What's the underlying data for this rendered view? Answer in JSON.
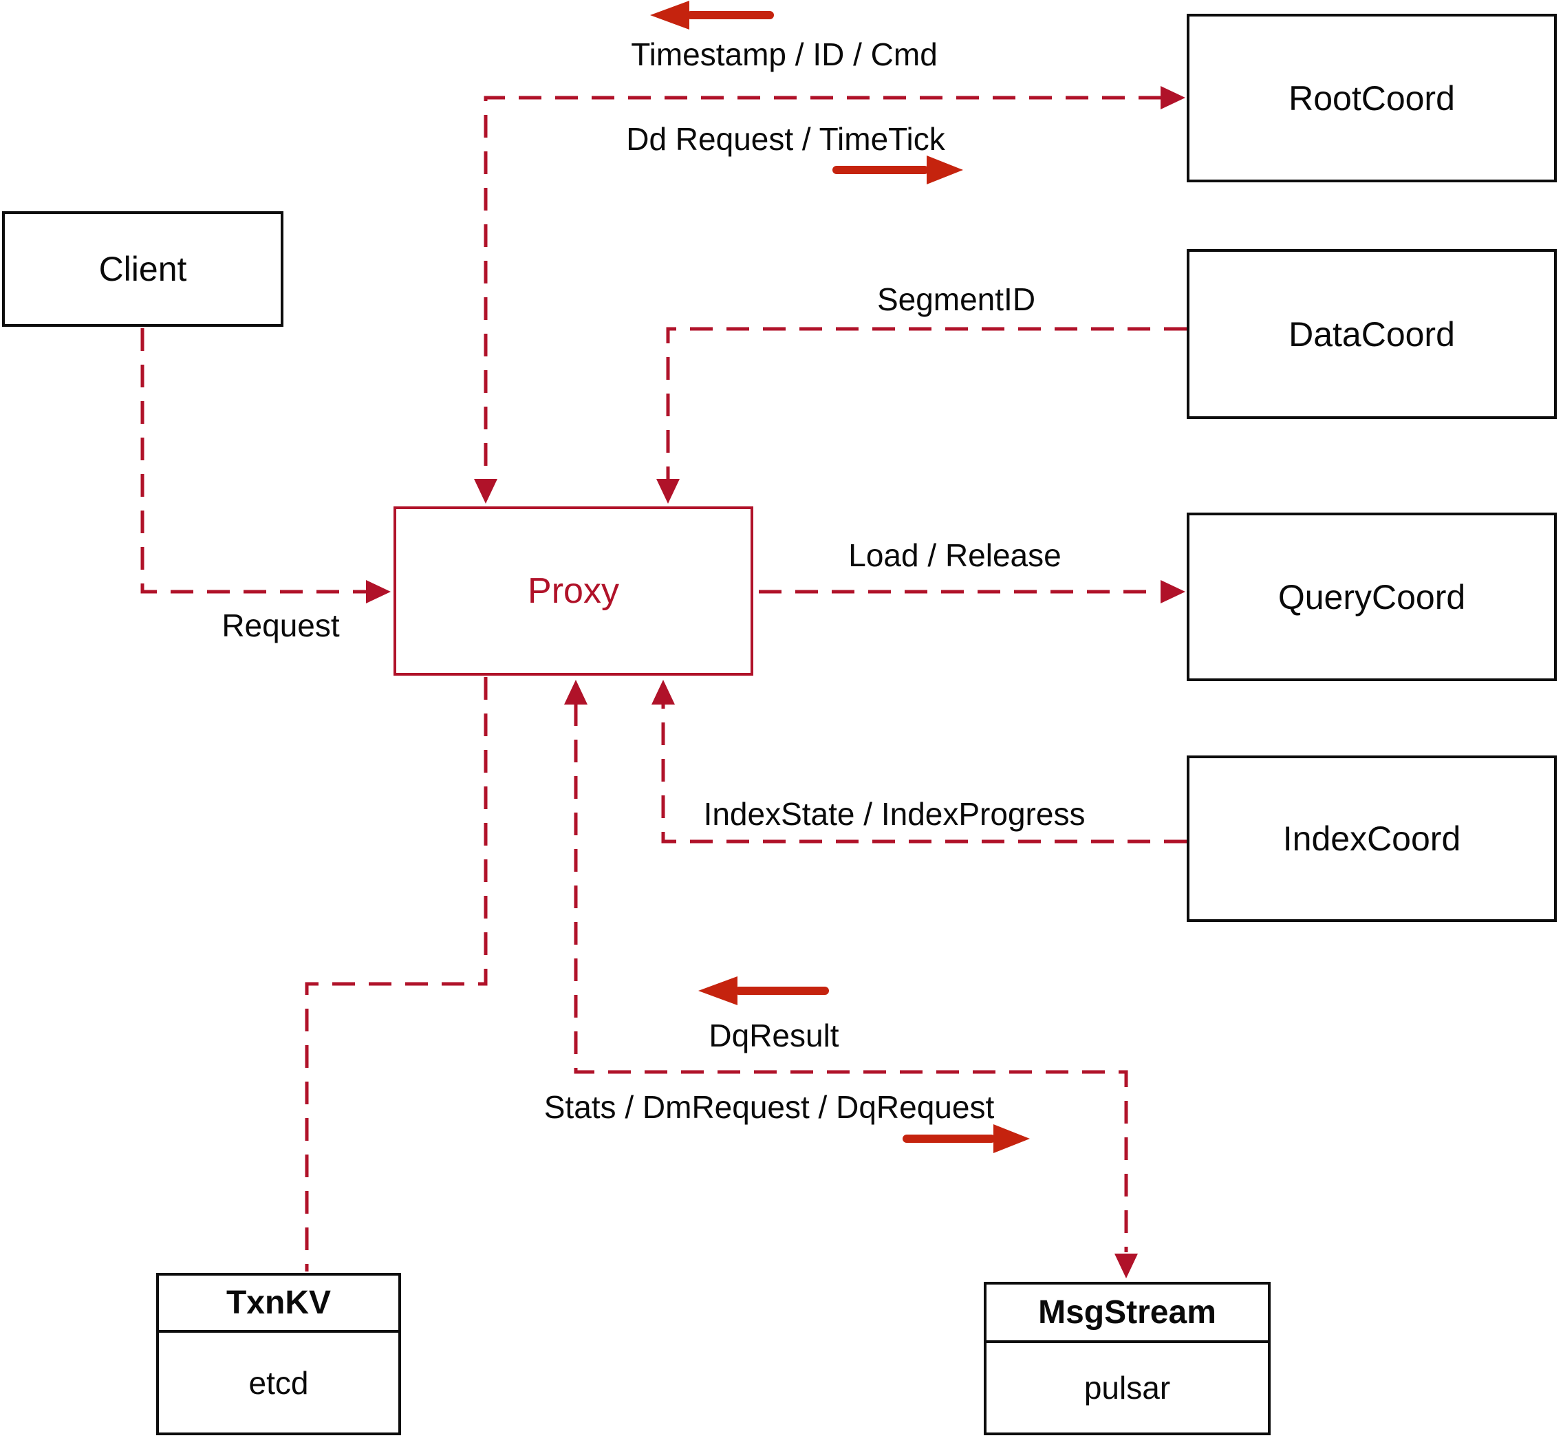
{
  "diagram": {
    "nodes": {
      "client": {
        "label": "Client"
      },
      "proxy": {
        "label": "Proxy"
      },
      "root_coord": {
        "label": "RootCoord"
      },
      "data_coord": {
        "label": "DataCoord"
      },
      "query_coord": {
        "label": "QueryCoord"
      },
      "index_coord": {
        "label": "IndexCoord"
      },
      "txn_kv": {
        "title": "TxnKV",
        "subtitle": "etcd"
      },
      "msg_stream": {
        "title": "MsgStream",
        "subtitle": "pulsar"
      }
    },
    "edge_labels": {
      "timestamp": "Timestamp / ID / Cmd",
      "dd_request": "Dd Request / TimeTick",
      "segment_id": "SegmentID",
      "load_release": "Load / Release",
      "index_state": "IndexState / IndexProgress",
      "request": "Request",
      "dq_result": "DqResult",
      "stats": "Stats / DmRequest / DqRequest"
    },
    "colors": {
      "dashed_line": "#b01229",
      "solid_arrow": "#c5230e",
      "box_border": "#0d0d0d",
      "text": "#0a0a0a"
    }
  }
}
